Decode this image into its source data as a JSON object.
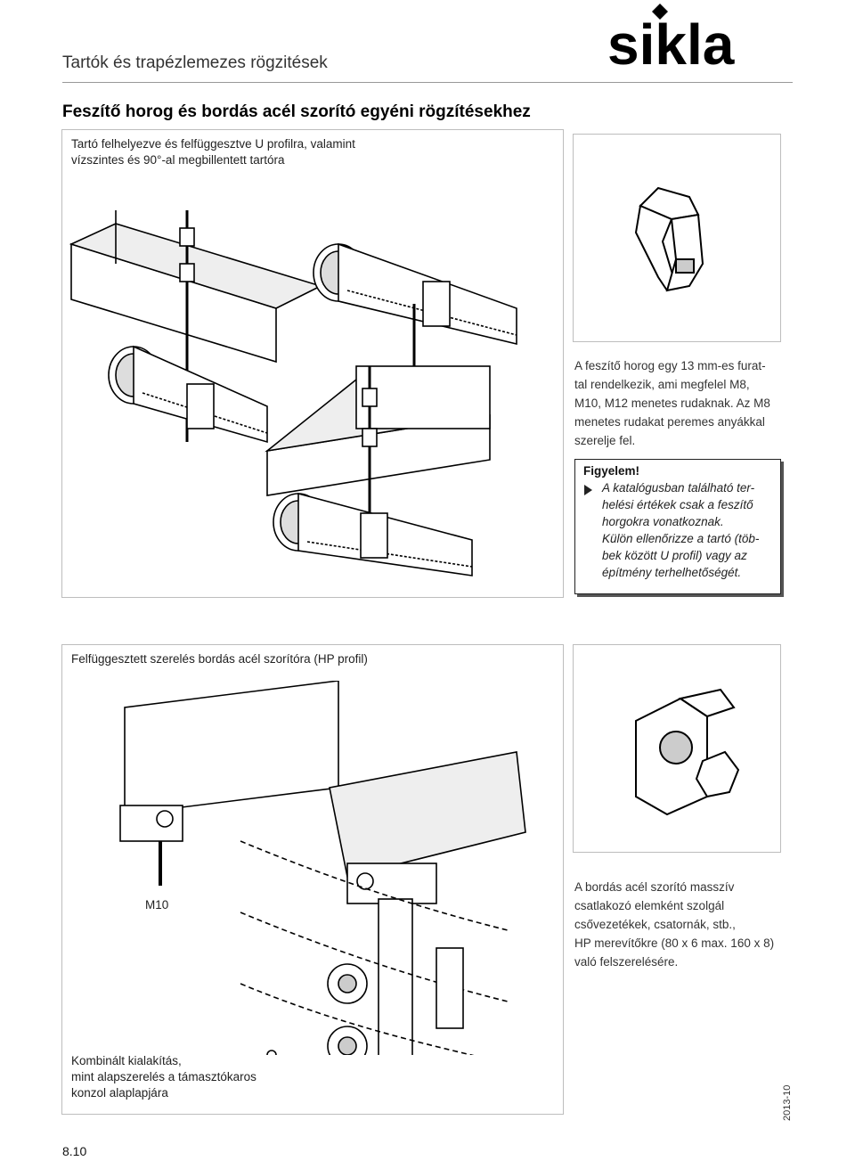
{
  "header": {
    "title": "Tartók és trapézlemezes rögzitések",
    "logo_text": "sikla"
  },
  "section_heading": "Feszítő horog és bordás acél szorító egyéni rögzítésekhez",
  "panel_top": {
    "caption_line1": "Tartó felhelyezve és felfüggesztve U profilra, valamint",
    "caption_line2": "vízszintes és 90°-al megbillentett tartóra"
  },
  "hook_description": [
    "A feszítő horog egy 13 mm-es furat-",
    "tal rendelkezik, ami megfelel M8,",
    "M10, M12 menetes rudaknak. Az M8",
    "menetes rudakat peremes anyákkal",
    "szerelje fel."
  ],
  "attention": {
    "title": "Figyelem!",
    "body": [
      "A katalógusban található ter-",
      "helési értékek csak a feszítő",
      "horgokra vonatkoznak.",
      "Külön ellenőrizze a tartó (töb-",
      "bek között U profil) vagy az",
      "építmény terhelhetőségét."
    ]
  },
  "panel_bottom": {
    "caption": "Felfüggesztett szerelés bordás acél szorítóra (HP profil)",
    "rod_label": "M10",
    "bottom_caption": [
      "Kombinált kialakítás,",
      "mint alapszerelés a támasztókaros",
      "konzol alaplapjára"
    ]
  },
  "clamp_description": [
    "A bordás acél szorító masszív",
    "csatlakozó elemként szolgál",
    "csővezetékek, csatornák, stb.,",
    "HP merevítőkre (80 x 6 max. 160 x 8)",
    "való felszerelésére."
  ],
  "footer": {
    "page_number": "8.10",
    "date": "2013-10"
  },
  "colors": {
    "text": "#111111",
    "border": "#bdbdbd",
    "rule": "#999999"
  }
}
